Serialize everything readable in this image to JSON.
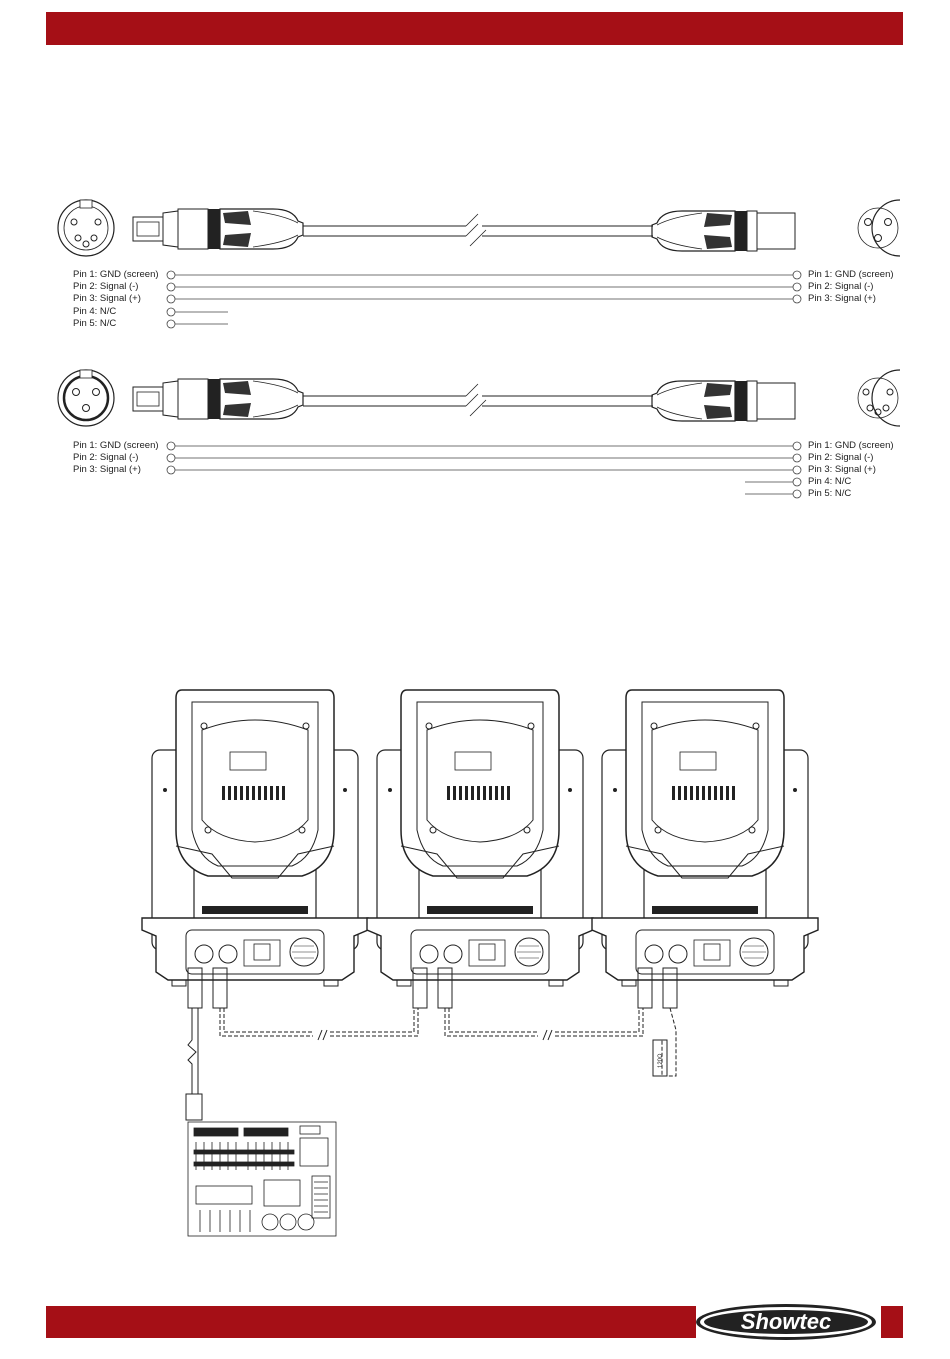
{
  "brand": {
    "logo_text": "Showtec",
    "accent_color": "#a50f16"
  },
  "cable1": {
    "left_pins": [
      "Pin 1: GND (screen)",
      "Pin 2: Signal (-)",
      "Pin 3: Signal (+)",
      "Pin 4: N/C",
      "Pin 5: N/C"
    ],
    "right_pins": [
      "Pin 1: GND (screen)",
      "Pin 2: Signal (-)",
      "Pin 3: Signal (+)"
    ]
  },
  "cable2": {
    "left_pins": [
      "Pin 1: GND (screen)",
      "Pin 2: Signal (-)",
      "Pin 3: Signal (+)"
    ],
    "right_pins": [
      "Pin 1: GND (screen)",
      "Pin 2: Signal (-)",
      "Pin 3: Signal (+)",
      "Pin 4: N/C",
      "Pin 5: N/C"
    ]
  },
  "fixtures": {
    "count": 3,
    "terminator_label": "120Ω"
  }
}
